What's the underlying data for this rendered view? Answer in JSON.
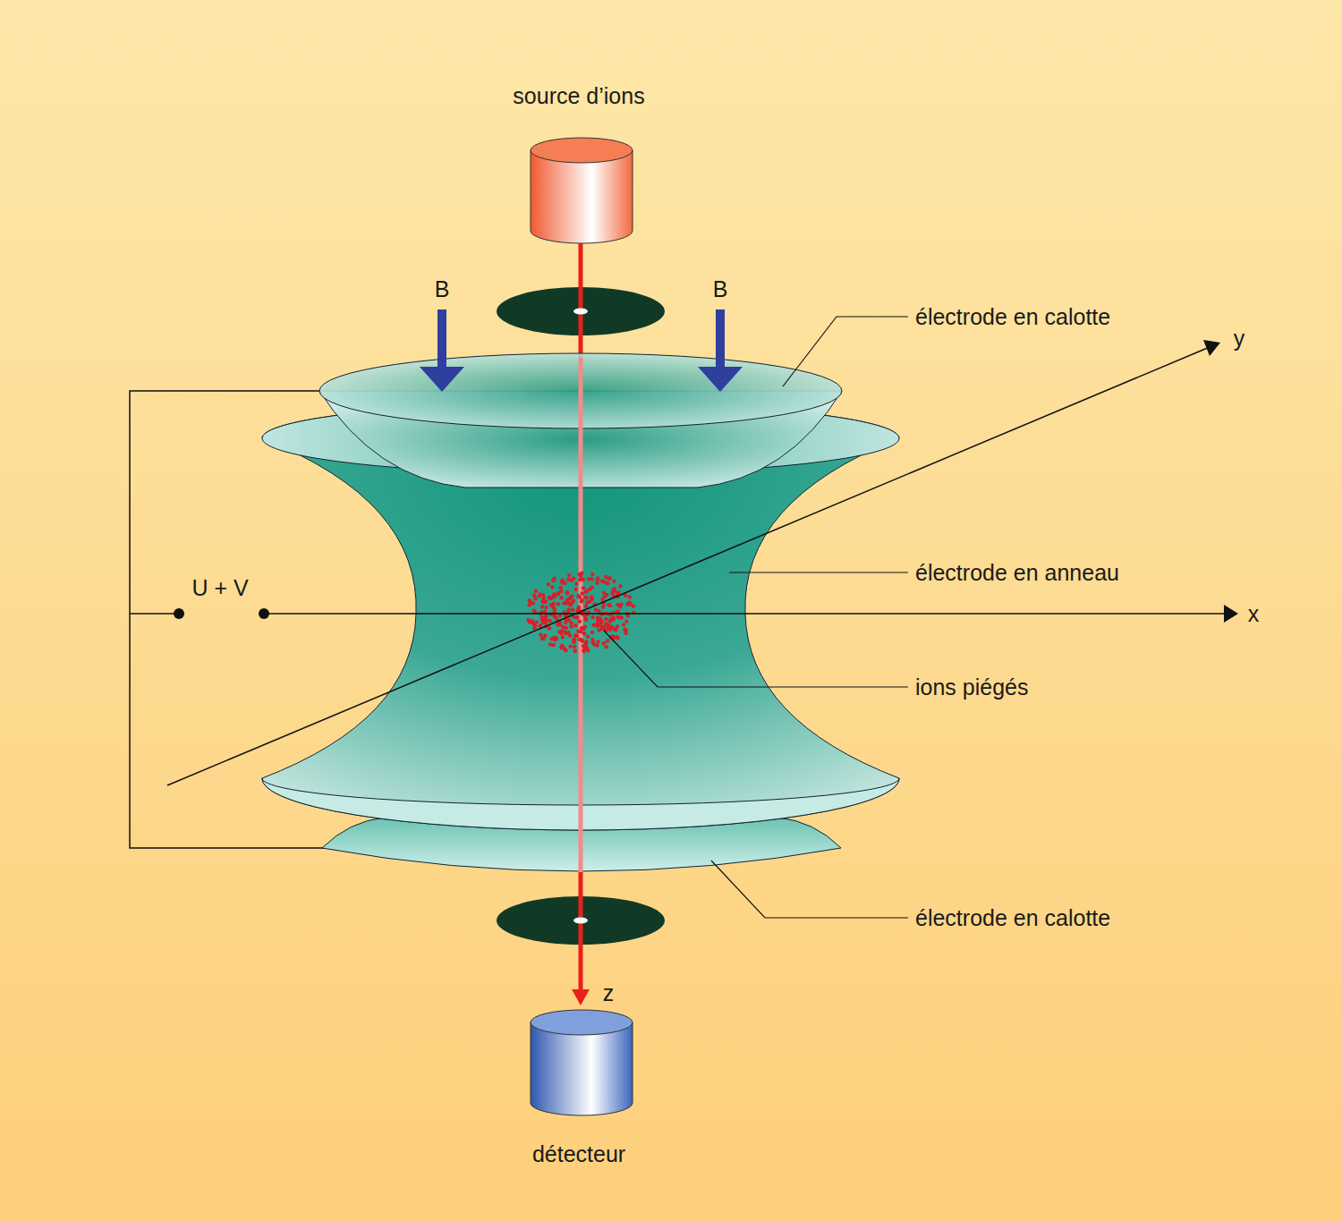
{
  "diagram": {
    "labels": [
      "source d’ions",
      "B",
      "B",
      "électrode en calotte",
      "y",
      "électrode en anneau",
      "U + V",
      "x",
      "ions piégés",
      "électrode en calotte",
      "z",
      "détecteur"
    ]
  }
}
